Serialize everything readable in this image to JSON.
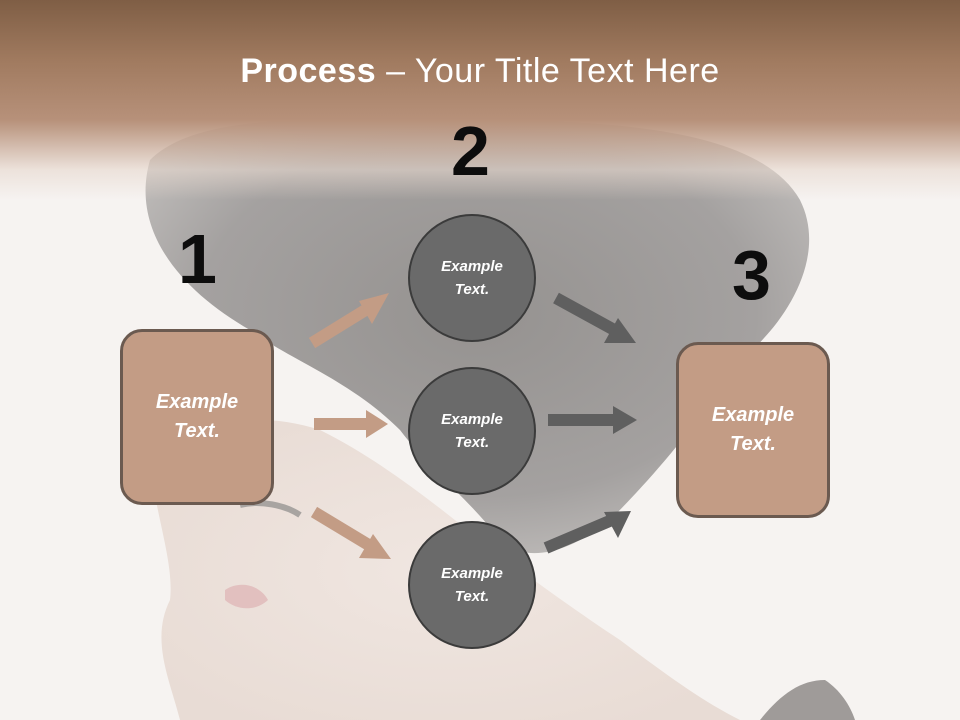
{
  "title": {
    "bold": "Process",
    "rest": " – Your Title Text Here"
  },
  "steps": [
    {
      "number": "1",
      "text": "Example\nText."
    },
    {
      "number": "2",
      "text": "Example\nText."
    },
    {
      "number": "3",
      "text": "Example\nText."
    }
  ],
  "circles": [
    {
      "text": "Example\nText."
    },
    {
      "text": "Example\nText."
    },
    {
      "text": "Example\nText."
    }
  ],
  "colors": {
    "header": "#a07a5f",
    "box_fill": "#c39c85",
    "box_border": "#6b5a50",
    "circle_fill": "#6a6a6a",
    "arrow_left": "#c39c85",
    "arrow_right": "#5f5f5f"
  }
}
